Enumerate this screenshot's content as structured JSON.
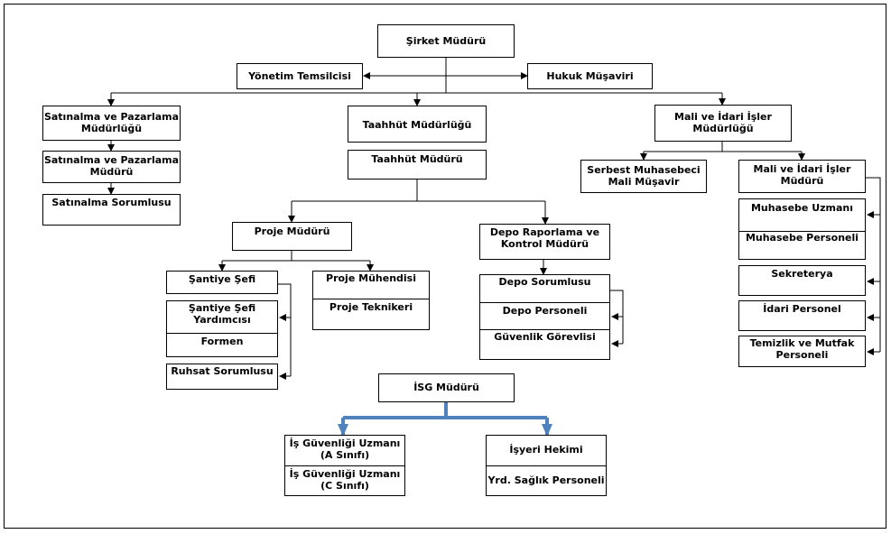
{
  "nodes": {
    "sirket_muduru": "Şirket Müdürü",
    "yonetim_temsilcisi": "Yönetim Temsilcisi",
    "hukuk_musaviri": "Hukuk Müşaviri",
    "satinalma_pazarlama_mudurlugu": "Satınalma ve Pazarlama\nMüdürlüğü",
    "satinalma_pazarlama_muduru": "Satınalma ve Pazarlama\nMüdürü",
    "satinalma_sorumlusu": "Satınalma Sorumlusu",
    "taahhut_mudurlugu": "Taahhüt Müdürlüğü",
    "taahhut_muduru": "Taahhüt Müdürü",
    "mali_idari_mudurlugu": "Mali ve İdari İşler\nMüdürlüğü",
    "serbest_muhasebeci": "Serbest Muhasebeci\nMali Müşavir",
    "mali_idari_muduru": "Mali ve İdari İşler\nMüdürü",
    "muhasebe_uzmani": "Muhasebe Uzmanı",
    "muhasebe_personeli": "Muhasebe Personeli",
    "sekreterya": "Sekreterya",
    "idari_personel": "İdari Personel",
    "temizlik_mutfak": "Temizlik ve Mutfak\nPersoneli",
    "proje_muduru": "Proje Müdürü",
    "depo_raporlama": "Depo Raporlama ve\nKontrol Müdürü",
    "santiye_sefi": "Şantiye Şefi",
    "santiye_sefi_yardimcisi": "Şantiye Şefi\nYardımcısı",
    "formen": "Formen",
    "ruhsat_sorumlusu": "Ruhsat Sorumlusu",
    "proje_muhendisi": "Proje Mühendisi",
    "proje_teknikeri": "Proje Teknikeri",
    "depo_sorumlusu": "Depo Sorumlusu",
    "depo_personeli": "Depo Personeli",
    "guvenlik_gorevlisi": "Güvenlik Görevlisi",
    "isg_muduru": "İSG Müdürü",
    "is_guvenligi_a": "İş Güvenliği Uzmanı\n(A Sınıfı)",
    "is_guvenligi_c": "İş Güvenliği Uzmanı\n(C Sınıfı)",
    "isyeri_hekimi": "İşyeri Hekimi",
    "yrd_saglik": "Yrd. Sağlık Personeli"
  },
  "colors": {
    "line": "#000000",
    "isg_line": "#4f81bd"
  }
}
